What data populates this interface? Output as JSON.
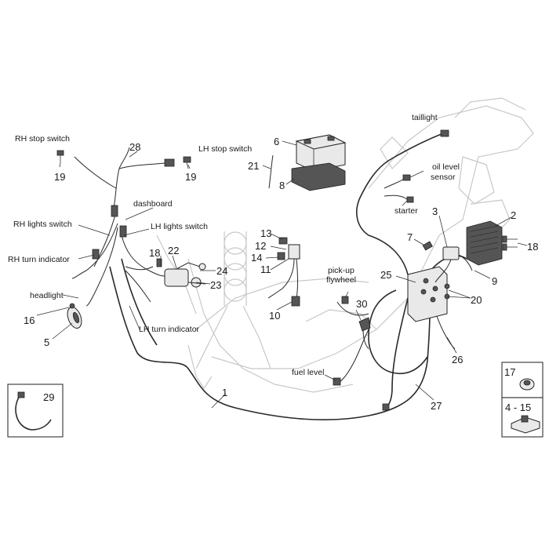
{
  "labels": {
    "rh_stop_switch": "RH stop switch",
    "lh_stop_switch": "LH stop switch",
    "dashboard": "dashboard",
    "rh_lights_switch": "RH lights switch",
    "lh_lights_switch": "LH lights switch",
    "rh_turn_indicator": "RH turn indicator",
    "headlight": "headlight",
    "lh_turn_indicator": "LH turn indicator",
    "taillight": "taillight",
    "oil_level_sensor_1": "oil level",
    "oil_level_sensor_2": "sensor",
    "starter": "starter",
    "pickup_flywheel_1": "pick-up",
    "pickup_flywheel_2": "flywheel",
    "fuel_level": "fuel level"
  },
  "callouts": {
    "n1": "1",
    "n2": "2",
    "n3": "3",
    "n4_15": "4 - 15",
    "n5": "5",
    "n6": "6",
    "n7": "7",
    "n8": "8",
    "n9": "9",
    "n10": "10",
    "n11": "11",
    "n12": "12",
    "n13": "13",
    "n14": "14",
    "n16": "16",
    "n17": "17",
    "n18a": "18",
    "n18b": "18",
    "n19a": "19",
    "n19b": "19",
    "n20": "20",
    "n21": "21",
    "n22": "22",
    "n23": "23",
    "n24": "24",
    "n25": "25",
    "n26": "26",
    "n27": "27",
    "n28": "28",
    "n29": "29",
    "n30": "30"
  }
}
